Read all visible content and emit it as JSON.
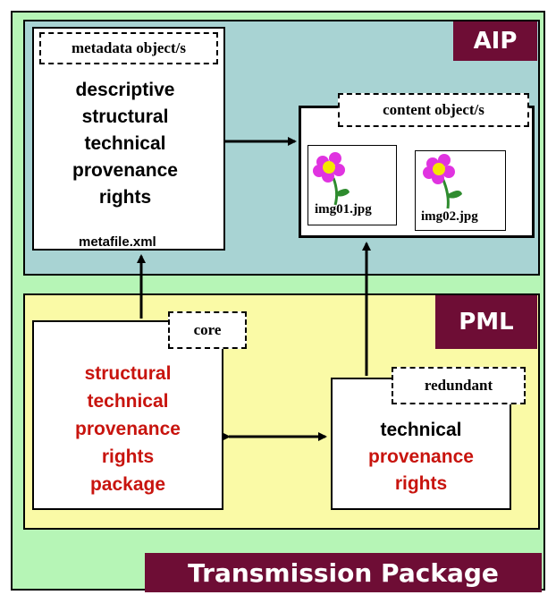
{
  "transmission_package": {
    "label": "Transmission Package"
  },
  "aip": {
    "label": "AIP",
    "metadata": {
      "label": "metadata object/s",
      "lines": [
        "descriptive",
        "structural",
        "technical",
        "provenance",
        "rights"
      ],
      "file": "metafile.xml"
    },
    "content": {
      "label": "content object/s",
      "images": [
        {
          "caption": "img01.jpg",
          "icon": "flower-icon"
        },
        {
          "caption": "img02.jpg",
          "icon": "flower-icon"
        }
      ]
    }
  },
  "pml": {
    "label": "PML",
    "core": {
      "label": "core",
      "lines": [
        "structural",
        "technical",
        "provenance",
        "rights",
        "package"
      ]
    },
    "redundant": {
      "label": "redundant",
      "lines": [
        "technical",
        "provenance",
        "rights"
      ]
    }
  },
  "colors": {
    "transmission_bg": "#b6f5b6",
    "aip_bg": "#a8d3d3",
    "pml_bg": "#fafaa6",
    "tag_bg": "#6e0d35",
    "red_text": "#c8140e"
  }
}
